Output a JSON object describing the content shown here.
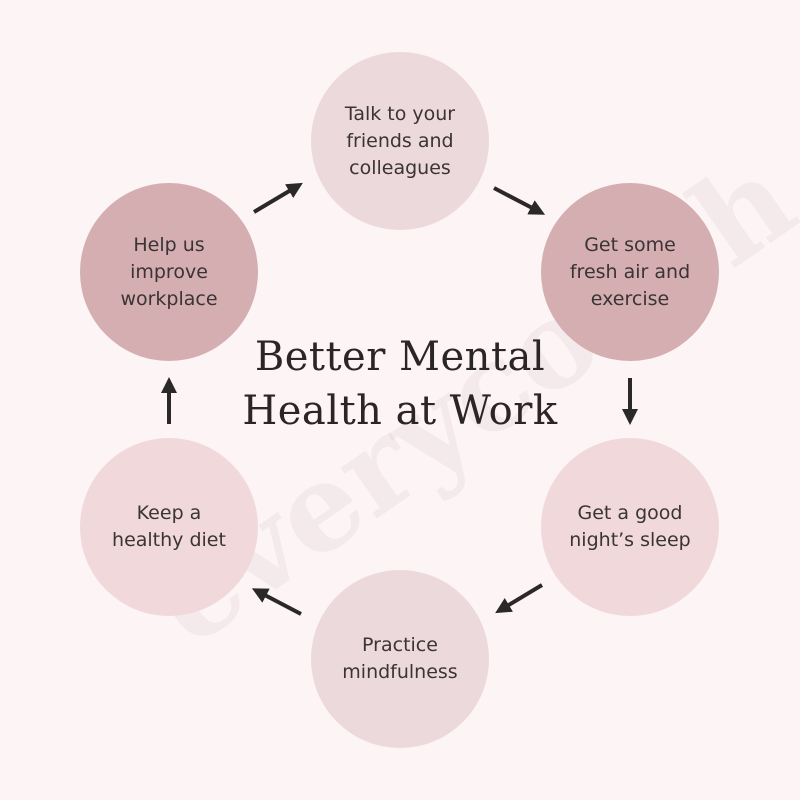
{
  "title": {
    "line1": "Better Mental",
    "line2": "Health at Work"
  },
  "watermark": "everycoach",
  "colors": {
    "background": "#fcf4f5",
    "arrow": "#2b2828",
    "text": "#3a3434"
  },
  "steps": [
    {
      "id": "talk",
      "lines": [
        "Talk to your",
        "friends and",
        "colleagues"
      ],
      "color": "#ecd9db"
    },
    {
      "id": "fresh-air",
      "lines": [
        "Get some",
        "fresh air and",
        "exercise"
      ],
      "color": "#d4aeb1"
    },
    {
      "id": "sleep",
      "lines": [
        "Get a good",
        "night’s sleep"
      ],
      "color": "#f0d8db"
    },
    {
      "id": "mindfulness",
      "lines": [
        "Practice",
        "mindfulness"
      ],
      "color": "#ecd9db"
    },
    {
      "id": "diet",
      "lines": [
        "Keep a",
        "healthy diet"
      ],
      "color": "#f0d8db"
    },
    {
      "id": "workplace",
      "lines": [
        "Help us",
        "improve",
        "workplace"
      ],
      "color": "#d4aeb1"
    }
  ]
}
